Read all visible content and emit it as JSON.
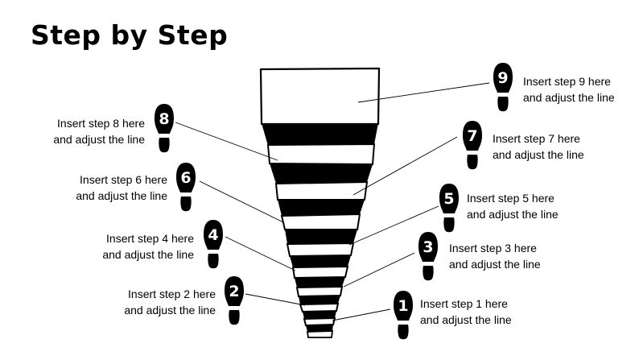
{
  "title": "Step by Step",
  "colors": {
    "ink": "#000000",
    "paper": "#ffffff"
  },
  "icon": "shoe-sole-icon",
  "steps": [
    {
      "number": "1",
      "line1": "Insert step 1 here",
      "line2": "and adjust the line"
    },
    {
      "number": "2",
      "line1": "Insert step 2 here",
      "line2": "and adjust the line"
    },
    {
      "number": "3",
      "line1": "Insert step 3 here",
      "line2": "and adjust the line"
    },
    {
      "number": "4",
      "line1": "Insert step 4 here",
      "line2": "and adjust the line"
    },
    {
      "number": "5",
      "line1": "Insert step 5 here",
      "line2": "and adjust the line"
    },
    {
      "number": "6",
      "line1": "Insert step 6 here",
      "line2": "and adjust the line"
    },
    {
      "number": "7",
      "line1": "Insert step 7 here",
      "line2": "and adjust the line"
    },
    {
      "number": "8",
      "line1": "Insert step 8 here",
      "line2": "and adjust the line"
    },
    {
      "number": "9",
      "line1": "Insert step 9 here",
      "line2": "and adjust the line"
    }
  ]
}
